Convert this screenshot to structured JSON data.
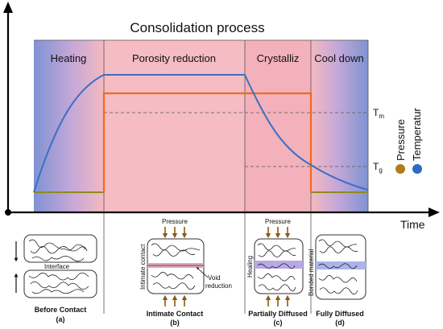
{
  "title": "Consolidation process",
  "x_axis_label": "Time",
  "phases": [
    {
      "label": "Heating"
    },
    {
      "label": "Porosity reduction"
    },
    {
      "label": "Crystalliz"
    },
    {
      "label": "Cool down"
    }
  ],
  "markers": {
    "tm": "T",
    "tm_sub": "m",
    "tg": "T",
    "tg_sub": "g"
  },
  "legend": {
    "pressure": {
      "label": "Pressure",
      "color": "#b07d1a"
    },
    "temperature": {
      "label": "Temperatur",
      "color": "#2e6bc2"
    }
  },
  "curve_colors": {
    "pressure": "#f06a1c",
    "temperature": "#3b6fc4",
    "pressure_base": "#8f8a1c"
  },
  "stages": [
    {
      "caption": "Before Contact",
      "letter": "(a)",
      "notes": [
        "Interface"
      ]
    },
    {
      "caption": "Intimate Contact",
      "letter": "(b)",
      "notes": [
        "Pressure",
        "Intimate contact",
        "Void",
        "reduction"
      ]
    },
    {
      "caption": "Partially Diffused",
      "letter": "(c)",
      "notes": [
        "Pressure",
        "Healing"
      ]
    },
    {
      "caption": "Fully Diffused",
      "letter": "(d)",
      "notes": [
        "Bonded material"
      ]
    }
  ]
}
